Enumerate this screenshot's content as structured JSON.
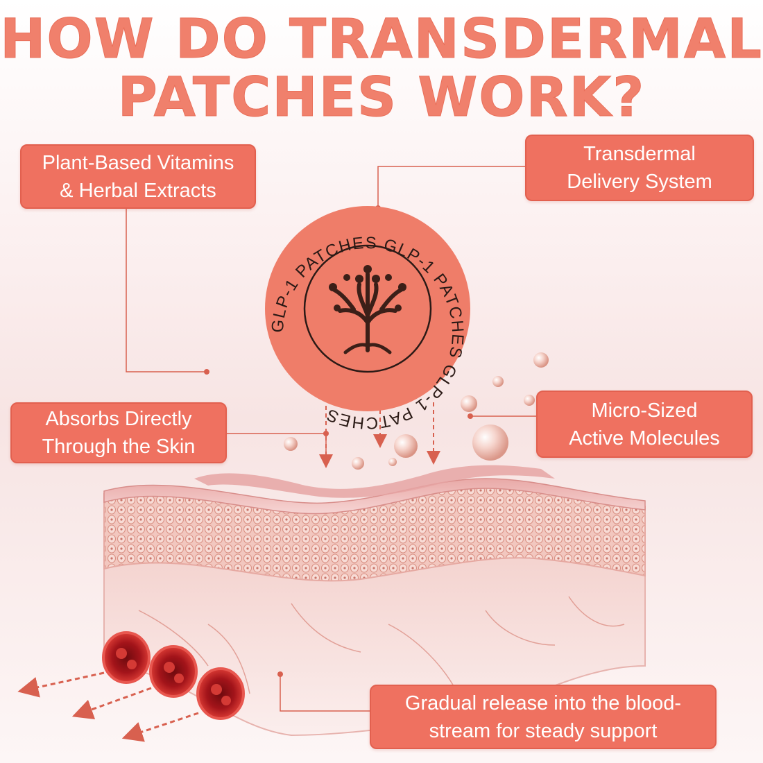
{
  "title": {
    "line1": "HOW DO TRANSDERMAL",
    "line2": "PATCHES WORK?"
  },
  "callouts": {
    "plant_based": {
      "line1": "Plant-Based Vitamins",
      "line2": "& Herbal Extracts"
    },
    "delivery": {
      "line1": "Transdermal",
      "line2": "Delivery System"
    },
    "absorbs": {
      "line1": "Absorbs Directly",
      "line2": "Through the Skin"
    },
    "molecules": {
      "line1": "Micro-Sized",
      "line2": "Active Molecules"
    },
    "release": {
      "line1": "Gradual release into the blood-",
      "line2": "stream for steady support"
    }
  },
  "patch": {
    "ring_text": "GLP-1 PATCHES GLP-1 PATCHES GLP-1 PATCHES",
    "icon": "tree-icon",
    "color": "#ef7d69"
  },
  "colors": {
    "accent": "#ef7160",
    "title": "#f0806c",
    "leader": "#d8604f",
    "blood": "#b0181c"
  }
}
